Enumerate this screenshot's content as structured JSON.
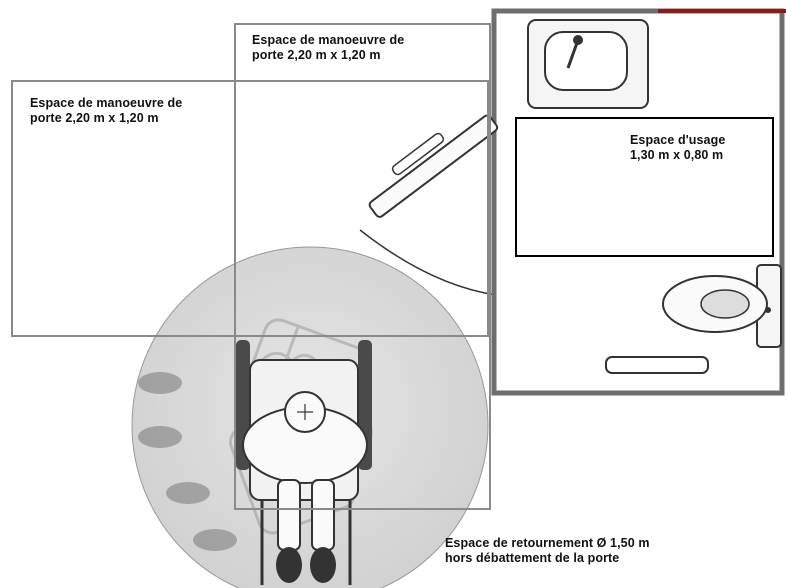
{
  "labels": {
    "door_space_a": "Espace de manoeuvre de\nporte 2,20 m x 1,20 m",
    "door_space_b": "Espace de manoeuvre de\nporte 2,20 m x 1,20 m",
    "usage_space": "Espace d'usage\n1,30 m x 0,80 m",
    "turning_space": "Espace de retournement Ø 1,50 m\nhors débattement de la porte"
  },
  "icons": [
    "washbasin-icon",
    "toilet-icon",
    "grab-bar-icon",
    "wheelchair-user-icon",
    "door-swing-icon"
  ],
  "colors": {
    "outline": "#8a8a8a",
    "usage_border": "#000000",
    "circle_fill": "#d6d6d6",
    "wall": "#6e6e6e",
    "accent_red": "#8b1a1a"
  }
}
